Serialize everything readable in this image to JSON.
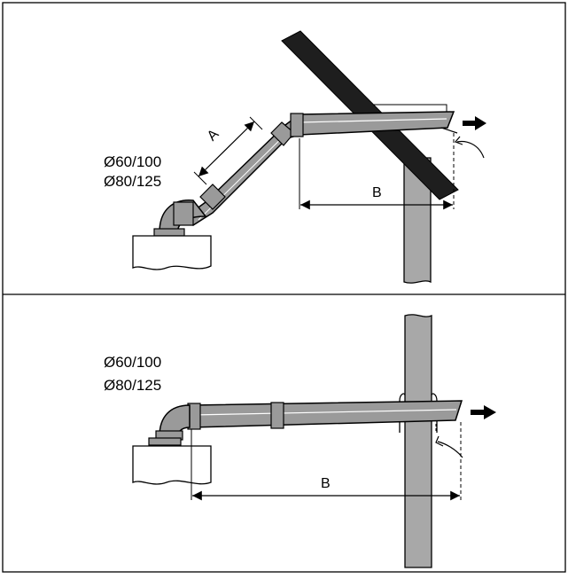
{
  "panels": [
    {
      "id": "top",
      "pipe_sizes": [
        "Ø60/100",
        "Ø80/125"
      ],
      "dimension_labels": [
        "A",
        "B"
      ]
    },
    {
      "id": "bottom",
      "pipe_sizes": [
        "Ø60/100",
        "Ø80/125"
      ],
      "dimension_labels": [
        "B"
      ]
    }
  ],
  "colors": {
    "pipe_fill": "#9a9a9a",
    "wall_fill": "#a8a8a8",
    "roof_fill": "#1e1e1e",
    "line": "#000000",
    "background": "#ffffff"
  },
  "icons": [
    "exhaust-arrow-icon",
    "air-intake-arrow-icon"
  ]
}
